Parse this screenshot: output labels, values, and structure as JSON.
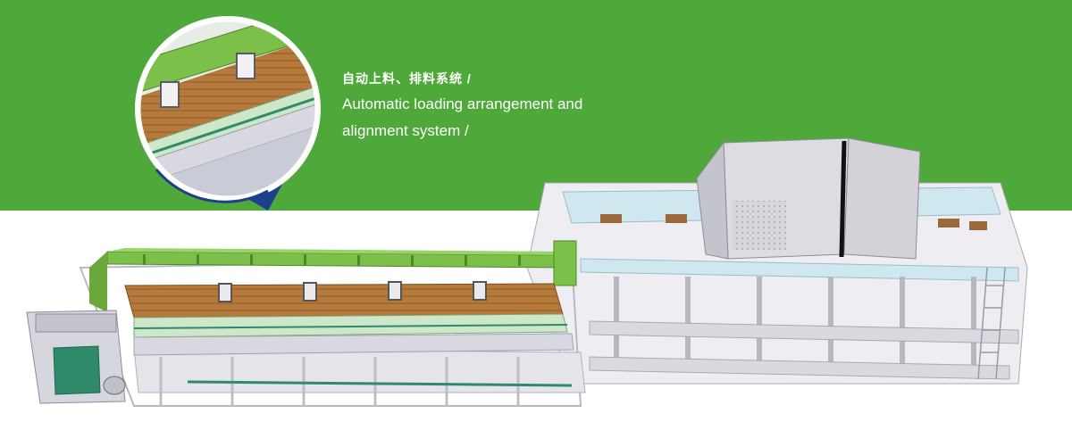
{
  "caption": {
    "title_cn": "自动上料、排料系统 /",
    "title_en_line1": "Automatic loading  arrangement and",
    "title_en_line2": "alignment  system /"
  },
  "colors": {
    "band": "#4ea83a",
    "frame_green": "#7cc04a",
    "wood": "#b57a3c",
    "steel": "#cfcfd6",
    "teal": "#cfe7ee",
    "navy": "#1f3f8c"
  },
  "icons": {
    "detail_callout": "magnified-conveyor-illustration",
    "machine": "feeding-line-illustration"
  }
}
